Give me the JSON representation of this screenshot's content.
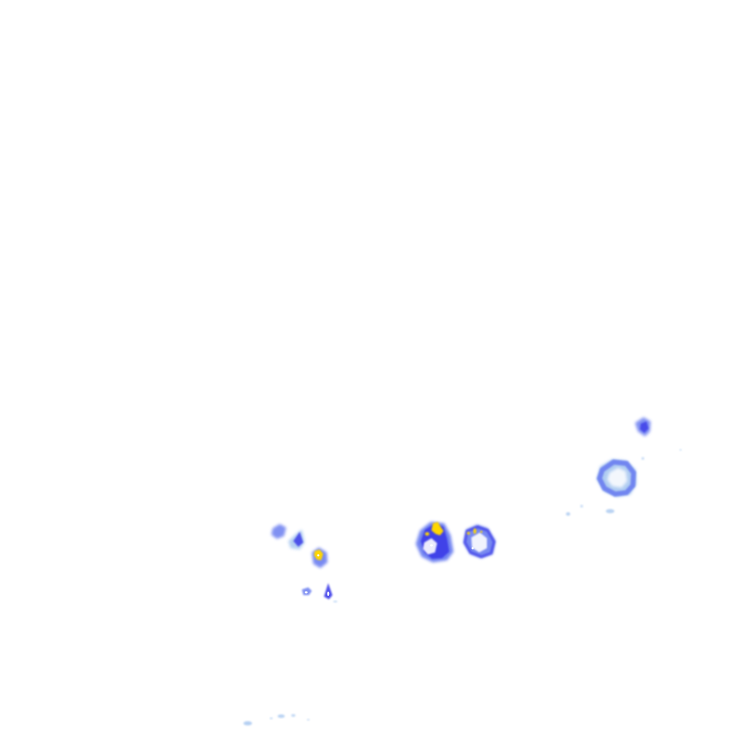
{
  "overlay": {
    "type": "weather-radar-reflectivity",
    "background": "#ffffff",
    "colors": {
      "light": "#a8c8f0",
      "medium": "#6a7ef0",
      "heavy": "#3a3ae8",
      "intense": "#ffd700",
      "hole": "#ffffff"
    },
    "echo_levels": [
      "light",
      "medium",
      "heavy",
      "intense"
    ]
  }
}
